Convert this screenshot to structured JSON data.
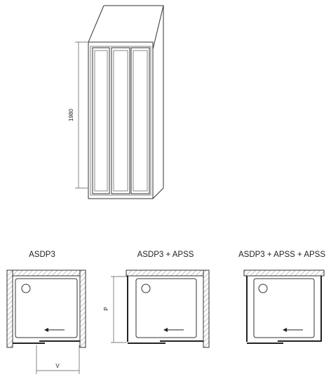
{
  "enclosure": {
    "height_dimension": "1980"
  },
  "configurations": [
    {
      "label": "ASDP3"
    },
    {
      "label": "ASDP3 + APSS"
    },
    {
      "label": "ASDP3 + APSS + APSS"
    }
  ],
  "dimensions": {
    "width_symbol": "V",
    "depth_symbol": "P"
  },
  "colors": {
    "line": "#333333",
    "hatch": "#888888"
  }
}
